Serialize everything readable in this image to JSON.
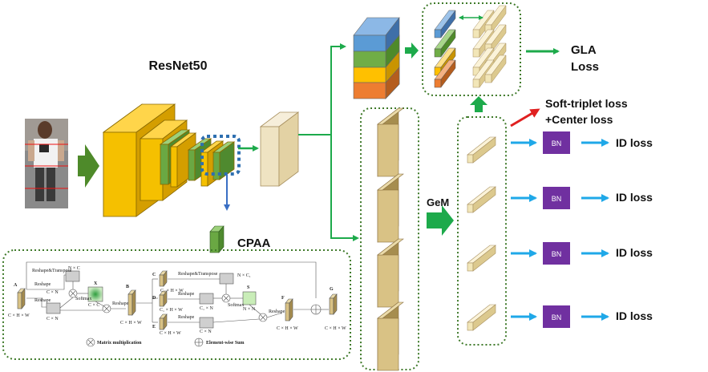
{
  "labels": {
    "backbone": "ResNet50",
    "cpaa": "CPAA",
    "gla_line1": "GLA",
    "gla_line2": "Loss",
    "triplet_line1": "Soft-triplet loss",
    "triplet_line2": "+Center loss",
    "gem": "GeM",
    "bn": "BN",
    "id_loss": "ID loss"
  },
  "cpaa_detail": {
    "A": "A",
    "B": "B",
    "C": "C",
    "D": "D",
    "E": "E",
    "F": "F",
    "G": "G",
    "S": "S",
    "X": "X",
    "reshape_transpose": "Reshape&Transpose",
    "reshape": "Reshape",
    "softmax": "Softmax",
    "dim_nc": "N × C",
    "dim_cn": "C × N",
    "dim_cc": "C × C",
    "dim_chw": "C × H × W",
    "dim_c1hw": "C₁ × H × W",
    "dim_nc1": "N × C₁",
    "dim_c1n": "C₁ × N",
    "dim_nn": "N × N",
    "legend_mult": "Matrix multiplication",
    "legend_sum": "Element-wise Sum"
  },
  "colors": {
    "backbone_yellow": "#F5C000",
    "backbone_green": "#6AA843",
    "arrow_green": "#1DAA4B",
    "arrow_dark_green": "#4E8A2A",
    "arrow_blue": "#1FA8E8",
    "arrow_red": "#E02020",
    "bn_purple": "#7030A0",
    "feature_tan": "#E0C984",
    "feature_cream": "#F2E6B8",
    "stack_blue": "#5B9BD5",
    "stack_green": "#70AD47",
    "stack_yellow": "#FFC000",
    "stack_orange": "#ED7D31",
    "dotted_border": "#3F7A2A"
  }
}
